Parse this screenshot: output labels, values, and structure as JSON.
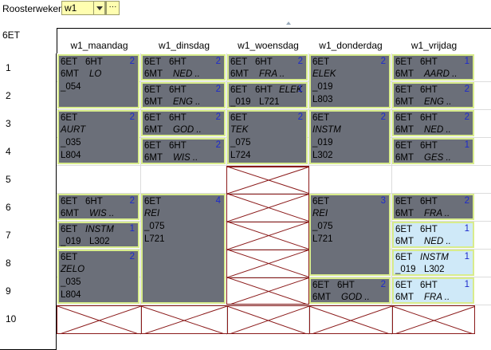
{
  "toolbar": {
    "label": "Roosterweken",
    "week_value": "w1",
    "more_label": "···"
  },
  "corner_label": "6ET",
  "days": [
    "w1_maandag",
    "w1_dinsdag",
    "w1_woensdag",
    "w1_donderdag",
    "w1_vrijdag"
  ],
  "periods": [
    "1",
    "2",
    "3",
    "4",
    "5",
    "6",
    "7",
    "8",
    "9",
    "10"
  ],
  "lessons": {
    "mon_1": {
      "l1a": "6ET",
      "l1b": "6HT",
      "l2a": "6MT",
      "l2b": "LO",
      "l3": "_054",
      "n": "2"
    },
    "mon_3": {
      "l1": "6ET",
      "l2": "AURT",
      "l3": "_035",
      "l4": "L804",
      "n": "2"
    },
    "mon_6": {
      "l1a": "6ET",
      "l1b": "6HT",
      "l2a": "6MT",
      "l2b": "WIS ..",
      "n": "2"
    },
    "mon_7": {
      "l1a": "6ET",
      "l1b": "INSTM",
      "l2a": "_019",
      "l2b": "L302",
      "n": "1"
    },
    "mon_8": {
      "l1": "6ET",
      "l2": "ZELO",
      "l3": "_035",
      "l4": "L804",
      "n": "2"
    },
    "tue_1": {
      "l1a": "6ET",
      "l1b": "6HT",
      "l2a": "6MT",
      "l2b": "NED ..",
      "n": "2"
    },
    "tue_2": {
      "l1a": "6ET",
      "l1b": "6HT",
      "l2a": "6MT",
      "l2b": "ENG ..",
      "n": "2"
    },
    "tue_3": {
      "l1a": "6ET",
      "l1b": "6HT",
      "l2a": "6MT",
      "l2b": "GOD ..",
      "n": "2"
    },
    "tue_4": {
      "l1a": "6ET",
      "l1b": "6HT",
      "l2a": "6MT",
      "l2b": "WIS ..",
      "n": "2"
    },
    "tue_6": {
      "l1": "6ET",
      "l2": "REI",
      "l3": "_075",
      "l4": "L721",
      "n": "4"
    },
    "wed_1": {
      "l1a": "6ET",
      "l1b": "6HT",
      "l2a": "6MT",
      "l2b": "FRA ..",
      "n": "2"
    },
    "wed_2": {
      "l1a": "6ET",
      "l1b": "6HT",
      "l1c": "ELEK",
      "l2a": "_019",
      "l2b": "L721",
      "n": "1"
    },
    "wed_3": {
      "l1": "6ET",
      "l2": "TEK",
      "l3": "_075",
      "l4": "L724",
      "n": "2"
    },
    "thu_1": {
      "l1": "6ET",
      "l2": "ELEK",
      "l3": "_019",
      "l4": "L803",
      "n": "2"
    },
    "thu_3": {
      "l1": "6ET",
      "l2": "INSTM",
      "l3": "_019",
      "l4": "L302",
      "n": "2"
    },
    "thu_6": {
      "l1": "6ET",
      "l2": "REI",
      "l3": "_075",
      "l4": "L721",
      "n": "3"
    },
    "thu_9": {
      "l1a": "6ET",
      "l1b": "6HT",
      "l2a": "6MT",
      "l2b": "GOD ..",
      "n": "2"
    },
    "fri_1": {
      "l1a": "6ET",
      "l1b": "6HT",
      "l2a": "6MT",
      "l2b": "AARD ..",
      "n": "1"
    },
    "fri_2": {
      "l1a": "6ET",
      "l1b": "6HT",
      "l2a": "6MT",
      "l2b": "ENG ..",
      "n": "2"
    },
    "fri_3": {
      "l1a": "6ET",
      "l1b": "6HT",
      "l2a": "6MT",
      "l2b": "NED ..",
      "n": "2"
    },
    "fri_4": {
      "l1a": "6ET",
      "l1b": "6HT",
      "l2a": "6MT",
      "l2b": "GES ..",
      "n": "1"
    },
    "fri_6": {
      "l1a": "6ET",
      "l1b": "6HT",
      "l2a": "6MT",
      "l2b": "FRA ..",
      "n": "2"
    },
    "fri_7": {
      "l1a": "6ET",
      "l1b": "6HT",
      "l2a": "6MT",
      "l2b": "NED ..",
      "n": "1"
    },
    "fri_8": {
      "l1a": "6ET",
      "l1b": "INSTM",
      "l2a": "_019",
      "l2b": "L302",
      "n": "1"
    },
    "fri_9": {
      "l1a": "6ET",
      "l1b": "6HT",
      "l2a": "6MT",
      "l2b": "FRA ..",
      "n": "1"
    }
  },
  "colors": {
    "lesson_bg": "#6b6f79",
    "lesson_selected_bg": "#cfe9f8",
    "lesson_border": "#d8ec8c",
    "count_color": "#1d2bcc",
    "blocked_color": "#8b1a1a",
    "toolbar_combo_bg": "#fffeb0"
  }
}
